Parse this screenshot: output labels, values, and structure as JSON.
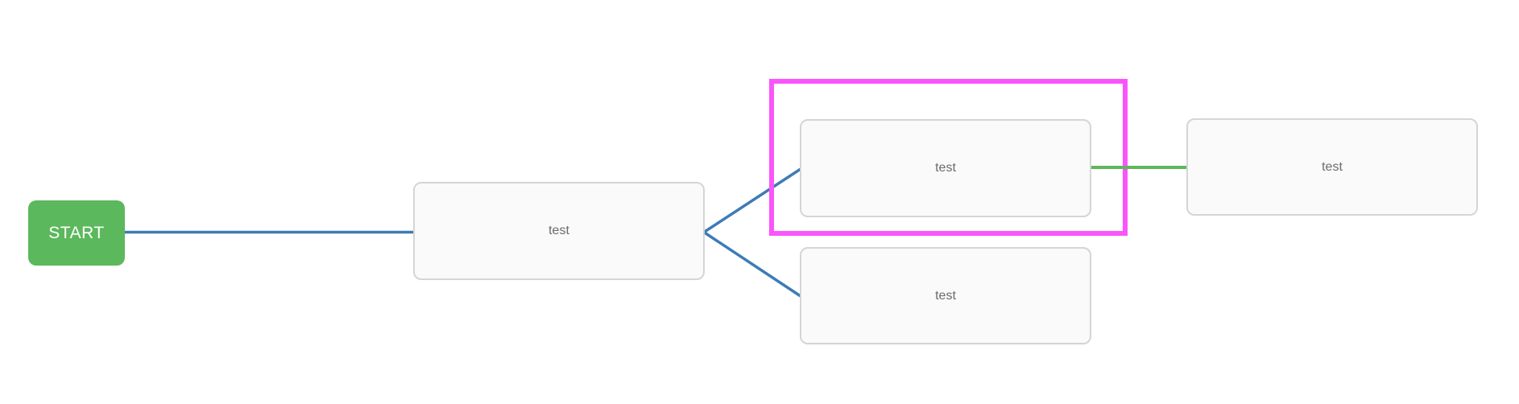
{
  "canvas": {
    "background": "#ffffff"
  },
  "colors": {
    "start_bg": "#5cb85c",
    "edge_blue": "#3d7bb5",
    "edge_green": "#5cb85c",
    "selection_border": "#fa55fa",
    "node_bg": "#fafafa",
    "node_border": "#d5d5d5",
    "node_text": "#6b6b6b"
  },
  "nodes": {
    "start": {
      "label": "START"
    },
    "middle": {
      "label": "test"
    },
    "top": {
      "label": "test",
      "selected": true
    },
    "bottom": {
      "label": "test"
    },
    "right": {
      "label": "test"
    }
  }
}
